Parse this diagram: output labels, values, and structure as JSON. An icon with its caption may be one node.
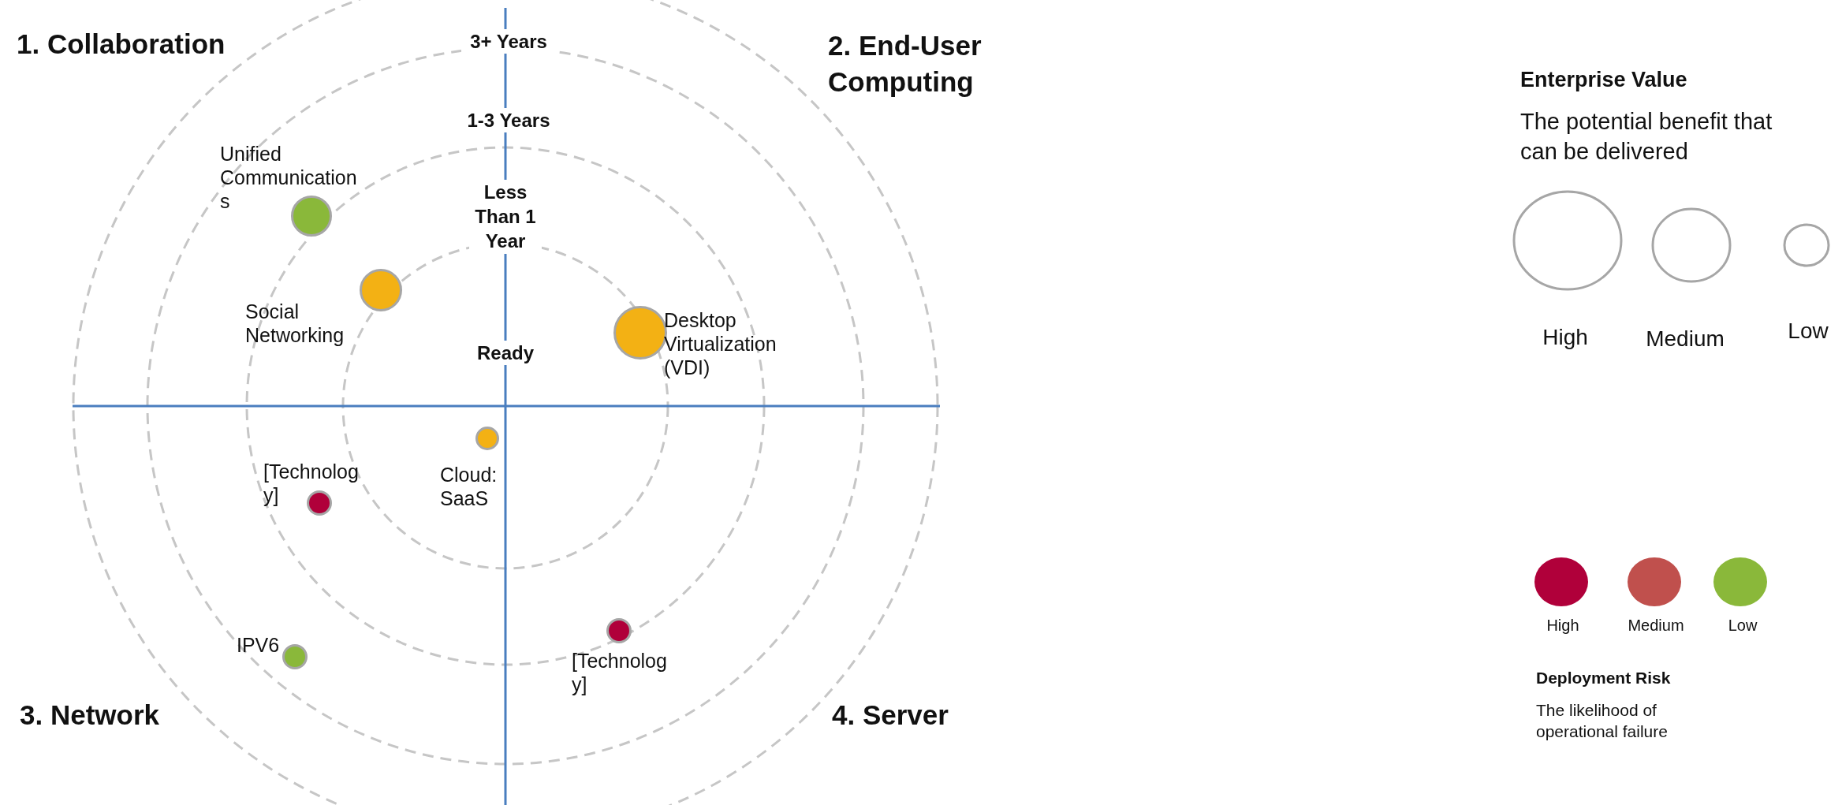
{
  "diagram": {
    "nodes": [
      {
        "text": [],
        "shape": "circle",
        "beside": [
          "Unified Communications"
        ]
      },
      {
        "text": [],
        "shape": "circle",
        "beside": [
          "Social Networking"
        ]
      },
      {
        "text": [],
        "shape": "circle",
        "beside": [
          "Desktop Virtualization (VDI)"
        ]
      },
      {
        "text": [],
        "shape": "circle",
        "beside": [
          "Cloud: SaaS"
        ]
      },
      {
        "text": [],
        "shape": "circle",
        "beside": [
          "[Technology]"
        ]
      },
      {
        "text": [],
        "shape": "circle",
        "beside": [
          "IPV6"
        ]
      },
      {
        "text": [],
        "shape": "circle",
        "beside": [
          "[Technology]"
        ]
      }
    ],
    "labels": [
      "1. Collaboration",
      "2. End-User Computing",
      "3+ Years",
      "1-3 Years",
      "Less Than 1 Year",
      "Ready",
      "3. Network",
      "4. Server",
      "Enterprise Value",
      "The potential benefit that can be delivered",
      "Deployment Risk",
      "The likelihood of operational failure"
    ],
    "legend": [
      {
        "text": "High"
      },
      {
        "text": "Medium"
      },
      {
        "text": "Low"
      },
      {
        "text": "High",
        "color": "#b0003a"
      },
      {
        "text": "Medium",
        "color": "#c0504d"
      },
      {
        "text": "Low",
        "color": "#8ab83a"
      }
    ]
  }
}
